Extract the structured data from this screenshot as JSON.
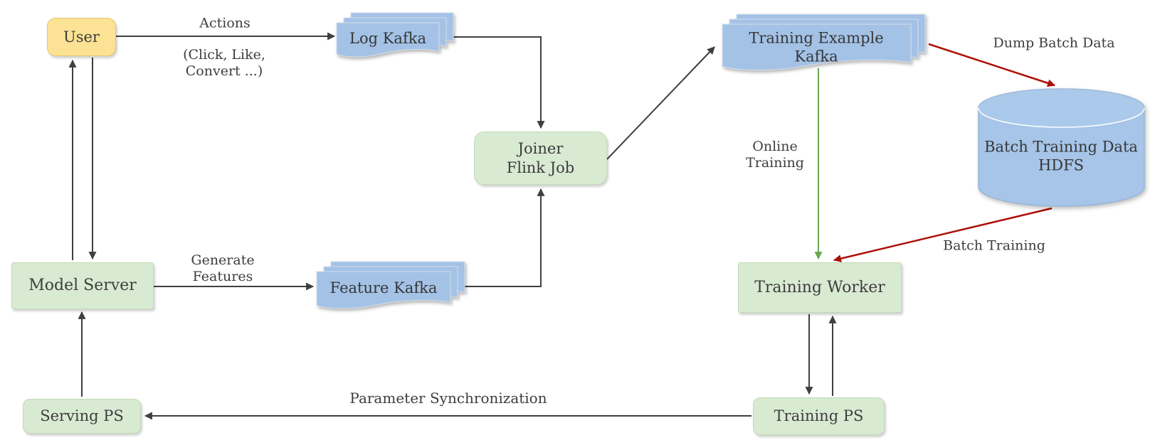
{
  "nodes": {
    "user": {
      "label": "User"
    },
    "log_kafka": {
      "label": "Log Kafka"
    },
    "model_server": {
      "label": "Model Server"
    },
    "feature_kafka": {
      "label": "Feature Kafka"
    },
    "joiner_flink_job": {
      "line1": "Joiner",
      "line2": "Flink Job"
    },
    "training_example_kafka": {
      "line1": "Training Example",
      "line2": "Kafka"
    },
    "batch_training_data_hdfs": {
      "line1": "Batch Training Data",
      "line2": "HDFS"
    },
    "training_worker": {
      "label": "Training Worker"
    },
    "training_ps": {
      "label": "Training PS"
    },
    "serving_ps": {
      "label": "Serving PS"
    }
  },
  "edge_labels": {
    "actions": "Actions",
    "actions_detail_line1": "(Click, Like,",
    "actions_detail_line2": "Convert ...)",
    "generate_features_line1": "Generate",
    "generate_features_line2": "Features",
    "dump_batch_data": "Dump Batch Data",
    "online_training_line1": "Online",
    "online_training_line2": "Training",
    "batch_training": "Batch Training",
    "parameter_synchronization": "Parameter Synchronization"
  },
  "colors": {
    "node_green_fill": "#d9ead3",
    "node_green_border": "#c2dbb4",
    "node_yellow_fill": "#fce294",
    "node_yellow_border": "#e5c36c",
    "kafka_blue_fill": "#a3c2e6",
    "cylinder_blue_fill": "#a6c5e8",
    "arrow_black": "#3f3f3f",
    "arrow_red": "#ad1007",
    "arrow_green": "#6aa84f",
    "text": "#3d3d3d"
  }
}
